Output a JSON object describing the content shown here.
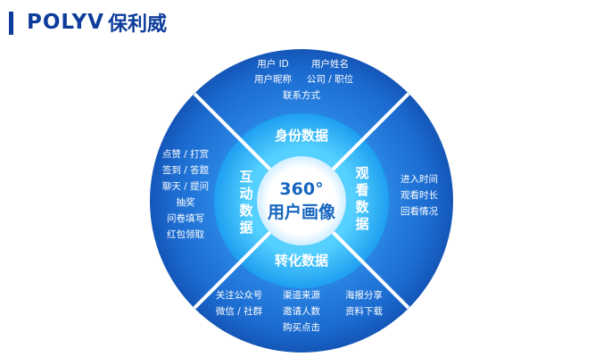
{
  "brand": {
    "latin": "POLYV",
    "cn": "保利威"
  },
  "center": {
    "line1": "360°",
    "line2": "用户画像"
  },
  "categories": {
    "top": "身份数据",
    "right": "观看数据",
    "bottom": "转化数据",
    "left": "互动数据"
  },
  "items": {
    "top": [
      "用户 ID",
      "用户姓名",
      "用户昵称",
      "公司 / 职位",
      "联系方式"
    ],
    "right": [
      "进入时间",
      "观看时长",
      "回看情况"
    ],
    "left": [
      "点赞 / 打赏",
      "签到 / 答题",
      "聊天 / 提问",
      "抽奖",
      "问卷填写",
      "红包领取"
    ],
    "bottom": [
      "关注公众号",
      "渠道来源",
      "海报分享",
      "微信 / 社群",
      "邀请人数",
      "资料下载",
      "购买点击"
    ]
  },
  "colors": {
    "brand": "#0d3c9b",
    "outer_ring": "#1a63c8",
    "middle_ring": "#20a8f0",
    "center_circle": "#ffffff",
    "center_text": "#1565c0"
  }
}
